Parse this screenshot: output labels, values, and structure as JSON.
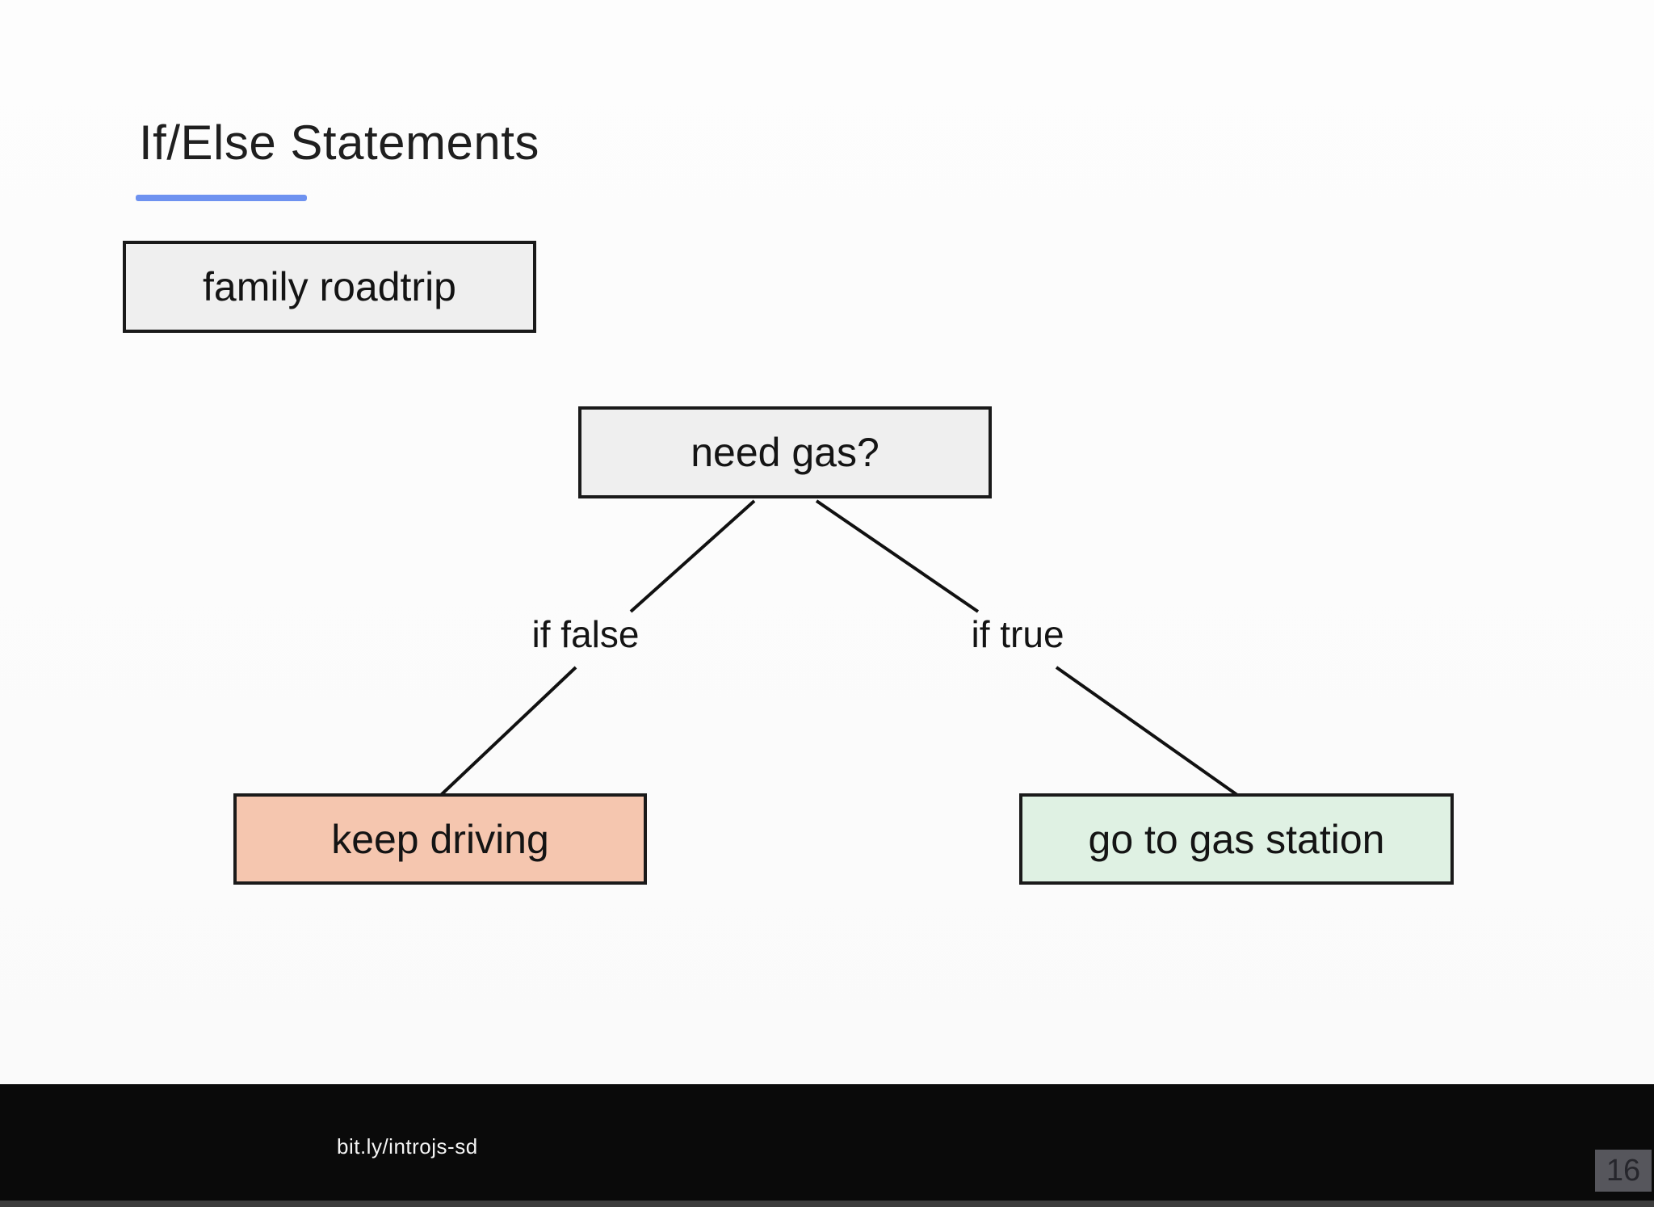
{
  "slide": {
    "title": "If/Else Statements",
    "accent_color": "#6e92f0",
    "background_color": "#fbfbfb"
  },
  "diagram": {
    "type": "flowchart",
    "nodes": [
      {
        "id": "family-roadtrip",
        "label": "family roadtrip",
        "fill": "#efefef"
      },
      {
        "id": "need-gas",
        "label": "need gas?",
        "fill": "#efefef"
      },
      {
        "id": "keep-driving",
        "label": "keep driving",
        "fill": "#f5c6af"
      },
      {
        "id": "go-to-gas-station",
        "label": "go to gas station",
        "fill": "#dff1e3"
      }
    ],
    "edges": [
      {
        "from": "need-gas",
        "to": "keep-driving",
        "label": "if false"
      },
      {
        "from": "need-gas",
        "to": "go-to-gas-station",
        "label": "if true"
      }
    ],
    "line_color": "#111111"
  },
  "footer": {
    "link_text": "bit.ly/introjs-sd",
    "page_number": "16",
    "bar_color": "#0a0a0a",
    "badge_color": "#56565c"
  }
}
